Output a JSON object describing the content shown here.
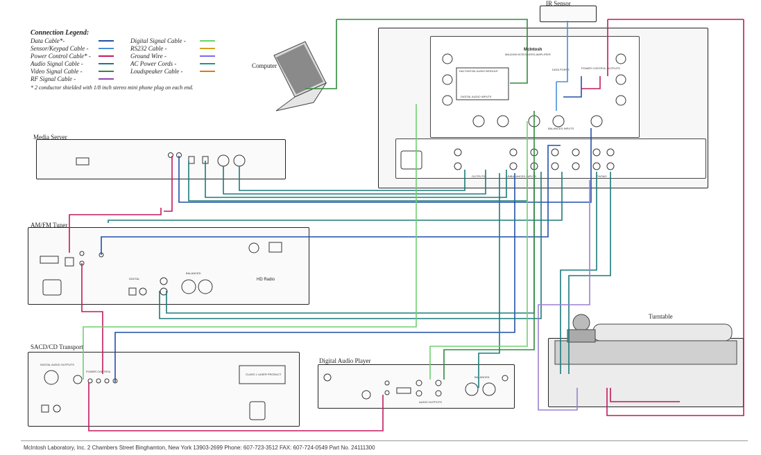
{
  "legend": {
    "title": "Connection Legend:",
    "items_left": [
      {
        "label": "Data Cable*-",
        "color": "#1f4fa8"
      },
      {
        "label": "Sensor/Keypad Cable -",
        "color": "#4a8fd8"
      },
      {
        "label": "Power Control Cable* -",
        "color": "#c2185b"
      },
      {
        "label": "Audio Signal Cable -",
        "color": "#1a7a7a"
      },
      {
        "label": "Video Signal Cable -",
        "color": "#2e8b3a"
      },
      {
        "label": "RF Signal Cable -",
        "color": "#8e44ad"
      }
    ],
    "items_right": [
      {
        "label": "Digital Signal Cable -",
        "color": "#6fcf6f"
      },
      {
        "label": "RS232 Cable -",
        "color": "#d4a017"
      },
      {
        "label": "Ground Wire -",
        "color": "#7b68ee"
      },
      {
        "label": "AC Power Cords -",
        "color": "#1a9a7a"
      },
      {
        "label": "Loudspeaker Cable -",
        "color": "#e07b00"
      }
    ],
    "footnote": "* 2 conductor shielded with 1/8 inch stereo mini phone plug on each end."
  },
  "devices": {
    "ir_sensor": "IR Sensor",
    "computer": "Computer",
    "media_server": "Media Server",
    "amfm_tuner": "AM/FM Tuner",
    "sacd_transport": "SACD/CD Transport",
    "digital_audio_player": "Digital Audio Player",
    "turntable": "Turntable"
  },
  "amp": {
    "brand": "McIntosh",
    "model": "MA12000 INTEGRATED AMPLIFIER",
    "dac_module": "DA2 DIGITAL AUDIO MODULE",
    "digital_inputs": "DIGITAL AUDIO INPUTS",
    "data_ports": "DATA PORTS",
    "power_control": "POWER CONTROL OUTPUTS",
    "balanced_inputs": "BALANCED INPUTS",
    "unbalanced_inputs": "UNBALANCED INPUTS",
    "outputs": "OUTPUTS",
    "phono": "PHONO"
  },
  "tuner": {
    "hd_radio": "HD Radio",
    "balanced": "BALANCED",
    "digital": "DIGITAL"
  },
  "sacd": {
    "digital_outputs": "DIGITAL AUDIO OUTPUTS",
    "power_control": "POWER CONTROL",
    "laser": "CLASS 1 LASER PRODUCT"
  },
  "dap": {
    "audio_outputs": "AUDIO OUTPUTS",
    "balanced": "BALANCED"
  },
  "footer": {
    "company": "McIntosh Laboratory, Inc.   2 Chambers Street Binghamton, New York 13903-2699   Phone: 607-723-3512   FAX: 607-724-0549        Part No. 24111300"
  }
}
